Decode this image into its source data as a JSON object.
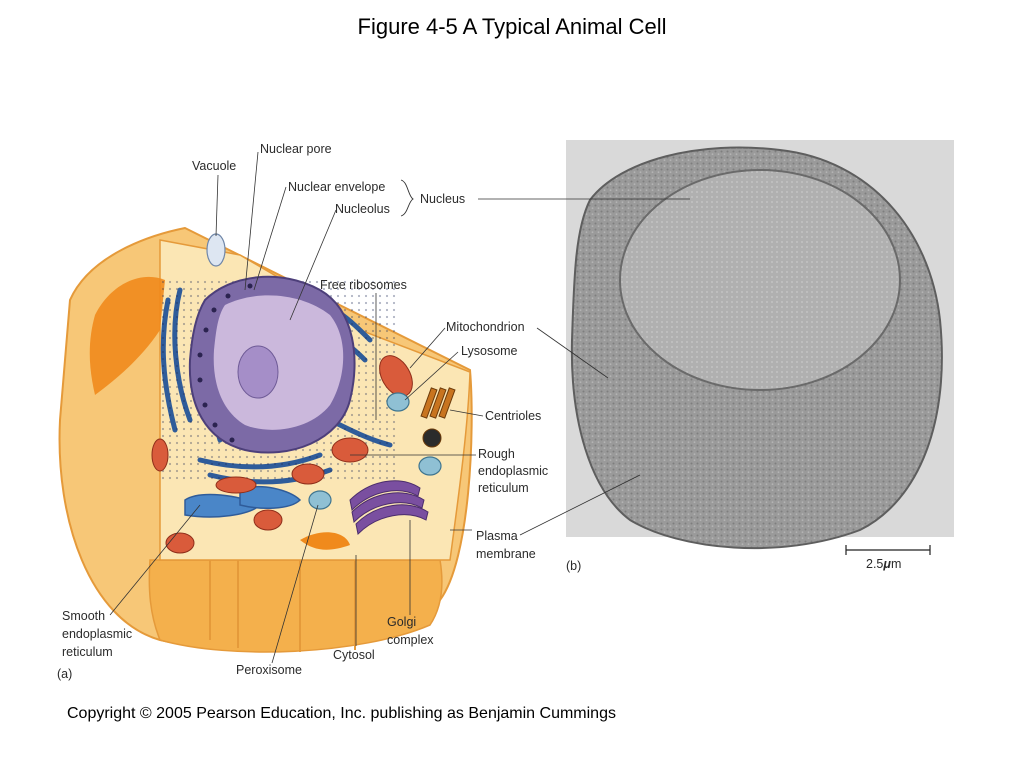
{
  "title": "Figure 4-5 A Typical Animal Cell",
  "copyright": "Copyright © 2005 Pearson Education, Inc. publishing as Benjamin Cummings",
  "panels": {
    "a": "(a)",
    "b": "(b)"
  },
  "labels": {
    "nuclear_pore": "Nuclear pore",
    "vacuole": "Vacuole",
    "nuclear_envelope": "Nuclear envelope",
    "nucleolus": "Nucleolus",
    "nucleus": "Nucleus",
    "free_ribosomes": "Free ribosomes",
    "mitochondrion": "Mitochondrion",
    "lysosome": "Lysosome",
    "centrioles": "Centrioles",
    "rough_er": [
      "Rough",
      "endoplasmic",
      "reticulum"
    ],
    "plasma_membrane": [
      "Plasma",
      "membrane"
    ],
    "smooth_er": [
      "Smooth",
      "endoplasmic",
      "reticulum"
    ],
    "golgi": [
      "Golgi",
      "complex"
    ],
    "cytosol": "Cytosol",
    "peroxisome": "Peroxisome"
  },
  "scale_bar": {
    "value": "2.5",
    "unit_prefix": "μ",
    "unit": "m"
  },
  "colors": {
    "cytoplasm": "#fbe6b4",
    "cell_edge": "#f4b04c",
    "cell_side": "#f7c777",
    "nucleus_envelope": "#7c6aa6",
    "nucleoplasm": "#cbb8dc",
    "nucleolus": "#a58ec8",
    "er": "#2f5c9a",
    "mitochondria": "#d95b3b",
    "lysosome": "#8fc0d4",
    "golgi": "#7a4fa0",
    "micrograph_bg": "#d9d9d9",
    "micrograph_cell": "#8d8d8d"
  }
}
